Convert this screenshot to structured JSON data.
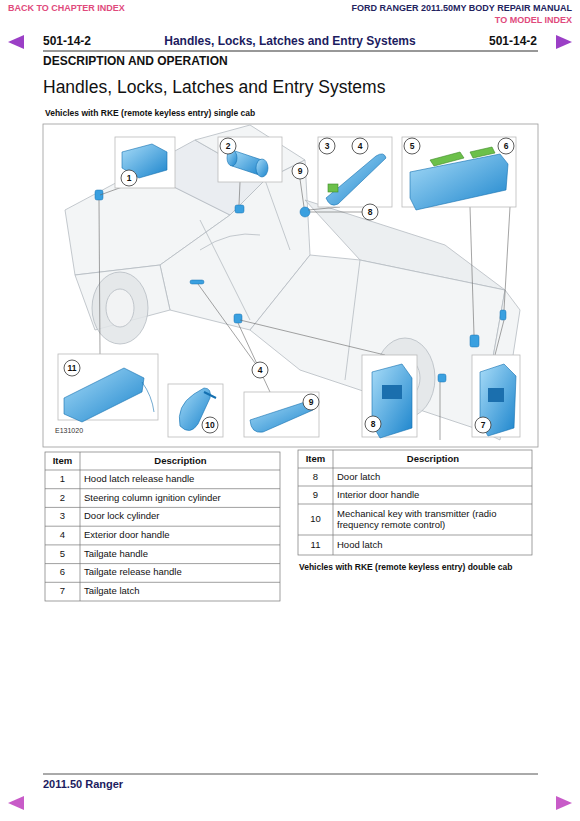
{
  "diagram": {
    "title": "Handles, Locks, Latches and Entry Systems",
    "labels": [
      "BACK TO CHAPTER INDEX",
      "FORD RANGER 2011.50MY BODY REPAIR MANUAL",
      "TO MODEL INDEX",
      "501-14-2",
      "Handles, Locks, Latches and Entry Systems",
      "501-14-2",
      "DESCRIPTION AND OPERATION",
      "Vehicles with RKE (remote keyless entry) single cab",
      "2",
      "3",
      "4",
      "5",
      "6",
      "9",
      "1",
      "8",
      "11",
      "4",
      "9",
      "10",
      "8",
      "7",
      "E131020",
      "Item",
      "Description",
      "1",
      "Hood latch release handle",
      "2",
      "Steering column ignition cylinder",
      "3",
      "Door lock cylinder",
      "4",
      "Exterior door handle",
      "5",
      "Tailgate handle",
      "6",
      "Tailgate release handle",
      "7",
      "Tailgate latch",
      "Item",
      "Description",
      "8",
      "Door latch",
      "9",
      "Interior door handle",
      "10",
      "Mechanical key with transmitter (radio frequency remote control)",
      "11",
      "Hood latch",
      "Vehicles with RKE (remote keyless entry) double cab",
      "2011.50 Ranger"
    ]
  }
}
